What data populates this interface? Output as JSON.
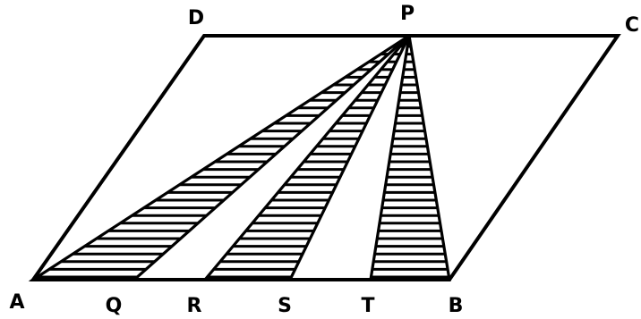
{
  "diagram": {
    "shape": "parallelogram",
    "parallelogram_vertices": [
      "A",
      "B",
      "C",
      "D"
    ],
    "apex": "P",
    "base_points": [
      "Q",
      "R",
      "S",
      "T"
    ],
    "shaded_triangles": [
      [
        "A",
        "Q",
        "P"
      ],
      [
        "R",
        "S",
        "P"
      ],
      [
        "T",
        "B",
        "P"
      ]
    ],
    "labels": {
      "A": "A",
      "B": "B",
      "C": "C",
      "D": "D",
      "P": "P",
      "Q": "Q",
      "R": "R",
      "S": "S",
      "T": "T"
    },
    "colors": {
      "stroke": "#000000",
      "background": "#ffffff"
    }
  }
}
